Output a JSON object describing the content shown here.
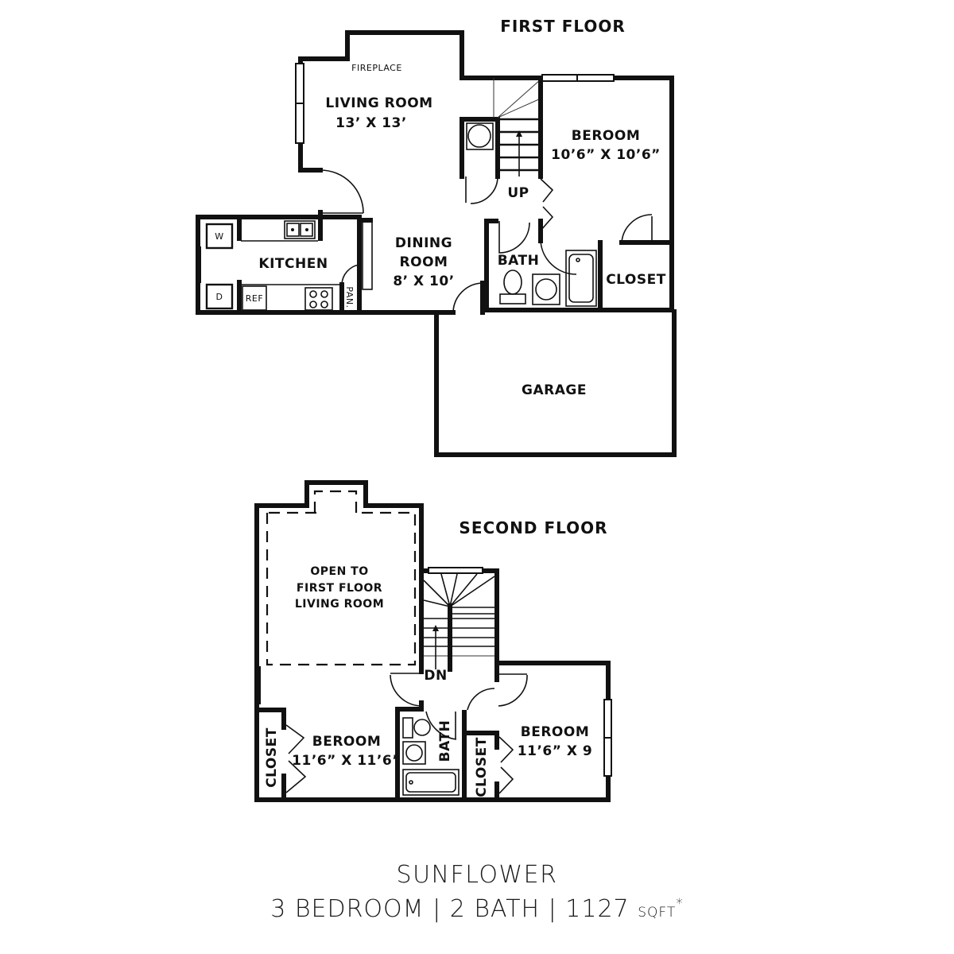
{
  "plan": {
    "name": "SUNFLOWER",
    "bedrooms_label": "3 BEDROOM",
    "baths_label": "2 BATH",
    "sqft_value": "1127",
    "sqft_unit": "SQFT",
    "sqft_note_mark": "*",
    "separator": "|"
  },
  "first_floor": {
    "heading": "FIRST FLOOR",
    "rooms": {
      "fireplace": "FIREPLACE",
      "living_room": {
        "name": "LIVING ROOM",
        "size": "13’ X 13’"
      },
      "bedroom": {
        "name": "BEROOM",
        "size": "10’6” X 10’6”"
      },
      "kitchen": {
        "name": "KITCHEN"
      },
      "dining_room": {
        "name_line1": "DINING",
        "name_line2": "ROOM",
        "size": "8’ X 10’"
      },
      "bath": {
        "name": "BATH"
      },
      "closet": {
        "name": "CLOSET"
      },
      "garage": {
        "name": "GARAGE"
      },
      "pantry": {
        "name": "PAN."
      }
    },
    "fixtures": {
      "washer": "W",
      "dryer": "D",
      "refrigerator": "REF"
    },
    "stairs_label": "UP"
  },
  "second_floor": {
    "heading": "SECOND FLOOR",
    "open_area": {
      "line1": "OPEN TO",
      "line2": "FIRST FLOOR",
      "line3": "LIVING ROOM"
    },
    "stairs_label": "DN",
    "bedroom_left": {
      "name": "BEROOM",
      "size": "11’6” X 11’6”"
    },
    "bedroom_right": {
      "name": "BEROOM",
      "size": "11’6” X 9"
    },
    "bath": {
      "name": "BATH"
    },
    "closet_left": {
      "name": "CLOSET"
    },
    "closet_right": {
      "name": "CLOSET"
    }
  },
  "colors": {
    "line": "#111111",
    "background": "#ffffff"
  }
}
